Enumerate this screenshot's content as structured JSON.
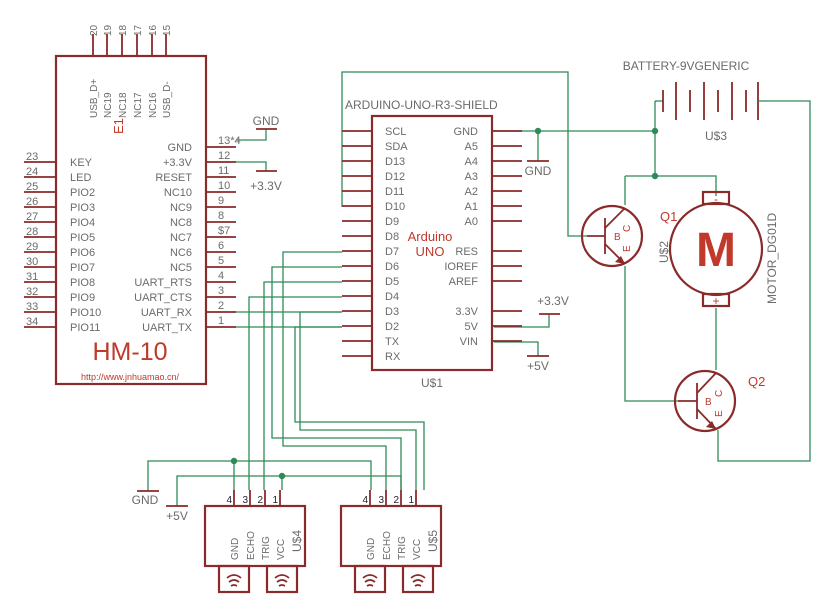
{
  "colors": {
    "outline": "#8a2a2a",
    "net": "#2e8b57",
    "label": "#6b6b6b",
    "title_red": "#c0392b"
  },
  "hm10": {
    "name": "HM-10",
    "ref": "E1",
    "url": "http://www.jnhuamao.cn/",
    "top_pin_numbers": [
      "20",
      "19",
      "18",
      "17",
      "16",
      "15"
    ],
    "top_pin_labels": [
      "USB_D+",
      "NC19",
      "NC18",
      "NC17",
      "NC16",
      "USB_D-"
    ],
    "left_numbers": [
      "23",
      "24",
      "25",
      "26",
      "27",
      "28",
      "29",
      "30",
      "31",
      "32",
      "33",
      "34"
    ],
    "left_labels": [
      "KEY",
      "LED",
      "PIO2",
      "PIO3",
      "PIO4",
      "PIO5",
      "PIO6",
      "PIO7",
      "PIO8",
      "PIO9",
      "PIO10",
      "PIO11"
    ],
    "right_labels": [
      "GND",
      "+3.3V",
      "RESET",
      "NC10",
      "NC9",
      "NC8",
      "NC7",
      "NC6",
      "NC5",
      "UART_RTS",
      "UART_CTS",
      "UART_RX",
      "UART_TX"
    ],
    "right_numbers": [
      "13*4",
      "12",
      "11",
      "10",
      "9",
      "8",
      "$7",
      "6",
      "5",
      "4",
      "3",
      "2",
      "1"
    ]
  },
  "arduino": {
    "title": "ARDUINO-UNO-R3-SHIELD",
    "ref": "U$1",
    "center_name": "Arduino",
    "center_sub": "UNO",
    "left_pins": [
      "SCL",
      "SDA",
      "D13",
      "D12",
      "D11",
      "D10",
      "D9",
      "D8",
      "D7",
      "D6",
      "D5",
      "D4",
      "D3",
      "D2",
      "TX",
      "RX"
    ],
    "right_pins": [
      "GND",
      "A5",
      "A4",
      "A3",
      "A2",
      "A1",
      "A0",
      "",
      "RES",
      "IOREF",
      "AREF",
      "",
      "3.3V",
      "5V",
      "VIN"
    ]
  },
  "battery": {
    "name": "BATTERY-9VGENERIC",
    "ref": "U$3"
  },
  "motor": {
    "name": "MOTOR_DG01D",
    "ref": "U$2",
    "symbol": "M",
    "plus": "+",
    "minus": "-"
  },
  "q1": {
    "name": "Q1",
    "b": "B",
    "c": "C",
    "e": "E"
  },
  "q2": {
    "name": "Q2",
    "b": "B",
    "c": "C",
    "e": "E"
  },
  "supplies": {
    "gnd_hm10": "GND",
    "v33_hm10": "+3.3V",
    "gnd_arduino": "GND",
    "v33_arduino": "+3.3V",
    "v5_arduino": "+5V",
    "gnd_bottom": "GND",
    "v5_bottom": "+5V"
  },
  "sensors": [
    {
      "ref": "U$4",
      "pin_numbers": [
        "4",
        "3",
        "2",
        "1"
      ],
      "pin_labels": [
        "GND",
        "ECHO",
        "TRIG",
        "VCC"
      ]
    },
    {
      "ref": "U$5",
      "pin_numbers": [
        "4",
        "3",
        "2",
        "1"
      ],
      "pin_labels": [
        "GND",
        "ECHO",
        "TRIG",
        "VCC"
      ]
    }
  ]
}
